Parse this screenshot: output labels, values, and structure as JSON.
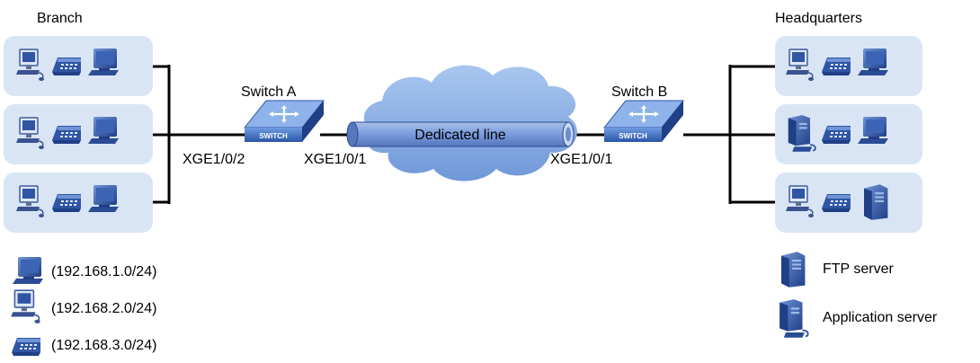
{
  "sites": {
    "branch": {
      "title": "Branch"
    },
    "headquarters": {
      "title": "Headquarters"
    }
  },
  "devices": {
    "switch_a": {
      "label": "Switch A",
      "badge": "SWITCH"
    },
    "switch_b": {
      "label": "Switch B",
      "badge": "SWITCH"
    }
  },
  "links": {
    "dedicated_line": "Dedicated line",
    "branch_port": "XGE1/0/2",
    "switch_a_uplink": "XGE1/0/1",
    "switch_b_uplink": "XGE1/0/1"
  },
  "legend": {
    "left": [
      {
        "icon": "desktop-pc-icon",
        "text": "(192.168.1.0/24)"
      },
      {
        "icon": "workstation-icon",
        "text": "(192.168.2.0/24)"
      },
      {
        "icon": "ip-phone-icon",
        "text": "(192.168.3.0/24)"
      }
    ],
    "right": [
      {
        "icon": "ftp-server-icon",
        "text": "FTP server"
      },
      {
        "icon": "application-server-icon",
        "text": "Application server"
      }
    ]
  },
  "colors": {
    "group_fill": "#d9e5f5",
    "device_blue": "#2f55a4",
    "cloud_fill": "#8fb3e6",
    "tube_fill": "#7f9fd9",
    "switch_fill": "#4a78c8"
  }
}
